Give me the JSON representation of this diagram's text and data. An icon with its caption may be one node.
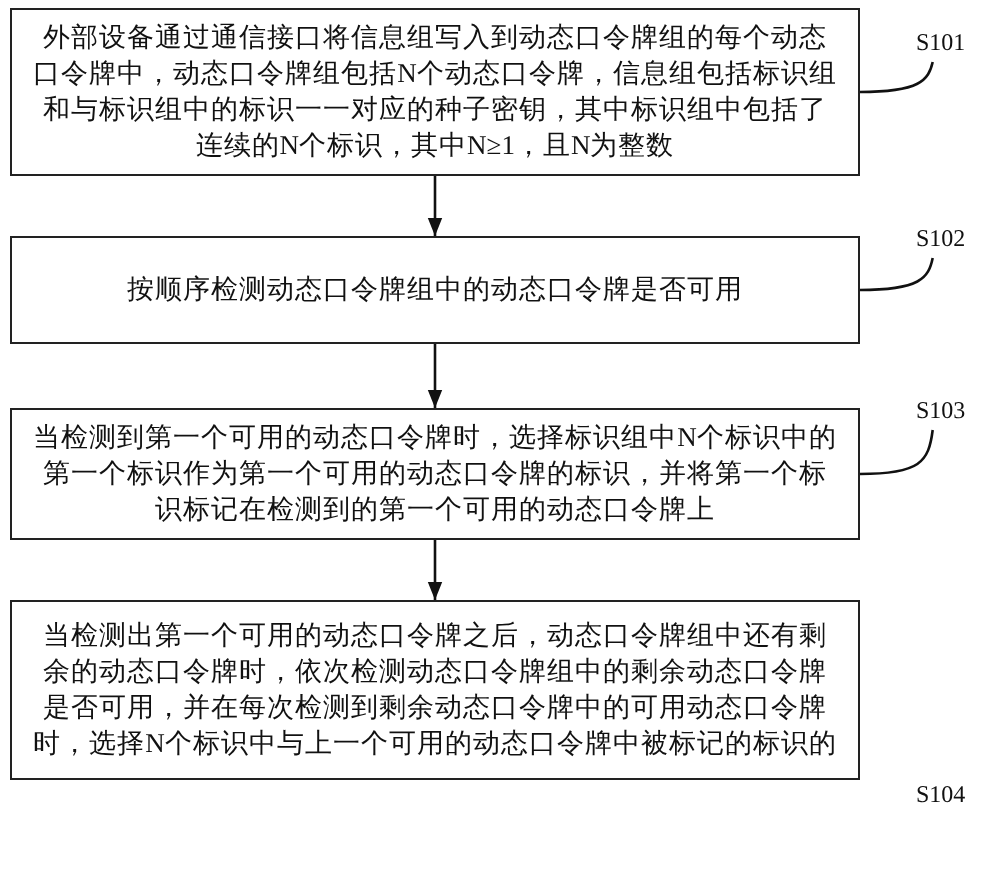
{
  "diagram": {
    "nodes": [
      {
        "text": [
          "外部设备通过通信接口将信息组写入到动态口令牌组的每个动态口令牌中，动态口令牌组包括N个动态口令牌，信息组包括标识组和与标识组中的标识一一对应的种子密钥，其中标识组中包括了连续的N个标识，其中N≥1，且N为整数"
        ]
      },
      {
        "text": [
          "按顺序检测动态口令牌组中的动态口令牌是否可用"
        ]
      },
      {
        "text": [
          "当检测到第一个可用的动态口令牌时，选择标识组中N个标识中的第一个标识作为第一个可用的动态口令牌的标识，并将第一个标识标记在检测到的第一个可用的动态口令牌上"
        ]
      },
      {
        "text": [
          "当检测出第一个可用的动态口令牌之后，动态口令牌组中还有剩余的动态口令牌时，依次检测动态口令牌组中的剩余动态口令牌是否可用，并在每次检测到剩余动态口令牌中的可用动态口令牌时，选择N个标识中与上一个可用的动态口令牌中被标记的标识的"
        ]
      },
      {
        "text": [
          "S101"
        ]
      },
      {
        "text": [
          "S102"
        ]
      },
      {
        "text": [
          "S103"
        ]
      },
      {
        "text": [
          "S104"
        ]
      }
    ],
    "edges": [
      {
        "from": 0,
        "to": 1,
        "arrow": "to"
      },
      {
        "from": 1,
        "to": 2,
        "arrow": "to"
      },
      {
        "from": 2,
        "to": 3,
        "arrow": "to"
      },
      {
        "from": 4,
        "to": 0,
        "arrow": "none"
      },
      {
        "from": 5,
        "to": 1,
        "arrow": "none"
      },
      {
        "from": 6,
        "to": 2,
        "arrow": "none"
      }
    ]
  }
}
